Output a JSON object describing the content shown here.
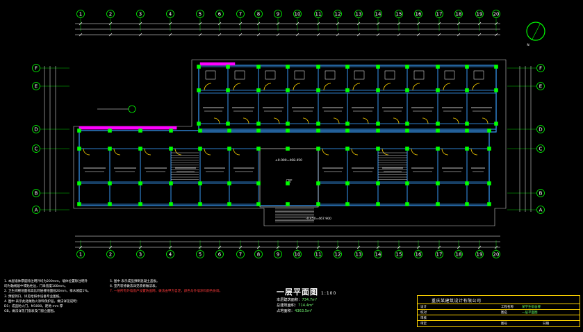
{
  "drawing": {
    "title": "一层平面图",
    "scale": "1:100",
    "stats": {
      "area_label": "本层建筑面积：",
      "area_value": "734.7m²",
      "total_label": "总建筑面积：",
      "total_value": "714.4m²",
      "site_label": "占地面积：",
      "site_value": "4363.5m²"
    },
    "elevation_note": "±0.000=468.450",
    "elevation_note2": "-0.450=467.900"
  },
  "axes": {
    "top_numbers": [
      "1",
      "2",
      "3",
      "4",
      "5",
      "6",
      "7",
      "8",
      "9",
      "10",
      "11",
      "12",
      "13",
      "14",
      "15",
      "16",
      "17",
      "18",
      "19",
      "20"
    ],
    "left_letters": [
      "F",
      "E",
      "D",
      "C",
      "B",
      "A"
    ],
    "right_letters": [
      "F",
      "E",
      "D",
      "C",
      "B",
      "A"
    ]
  },
  "notes_left": [
    "1. 本层墙体厚度除注明外均为200mm，墙体位置除注明外",
    "   均为轴线居中或贴柱边，门垛宽度100mm。",
    "2. 卫生间楼地面标高比同层楼地面低20mm，排水坡度1%。",
    "3. 预留洞口，详见给排水设备专业图纸。",
    "4. 图中    表示此处做防火涂料保护层，做法详见说明：",
    "  D1：成品防火门，M1000，距地  mm  厚",
    "     GB，做法详见门窗表及门窗立面图。"
  ],
  "notes_right": [
    "5. 图中    表示成品预制混凝土盖板。",
    "6. 室内装修做法详见装修做法表。",
    "7. 一层所有外墙窗户设置防盗网，做法由甲方自定，颜色与外墙涂料颜色协调。"
  ],
  "title_block": {
    "company": "重庆某建筑设计有限公司",
    "project_label": "工程名称",
    "project_value": "某学生宿舍楼",
    "drawing_label": "图名",
    "drawing_value": "一层平面图",
    "cells": [
      "设计",
      "校对",
      "审核",
      "审定",
      "图号",
      "日期"
    ]
  },
  "colors": {
    "background": "#000000",
    "grid_circle": "#00ff00",
    "wall": "#3aa0ff",
    "dimension": "#ffffff",
    "door": "#ffd400",
    "column": "#00ff00",
    "accent": "#ff00ff",
    "note_red": "#ff3a3a"
  },
  "icons": {
    "north_arrow": "north-arrow-icon"
  }
}
